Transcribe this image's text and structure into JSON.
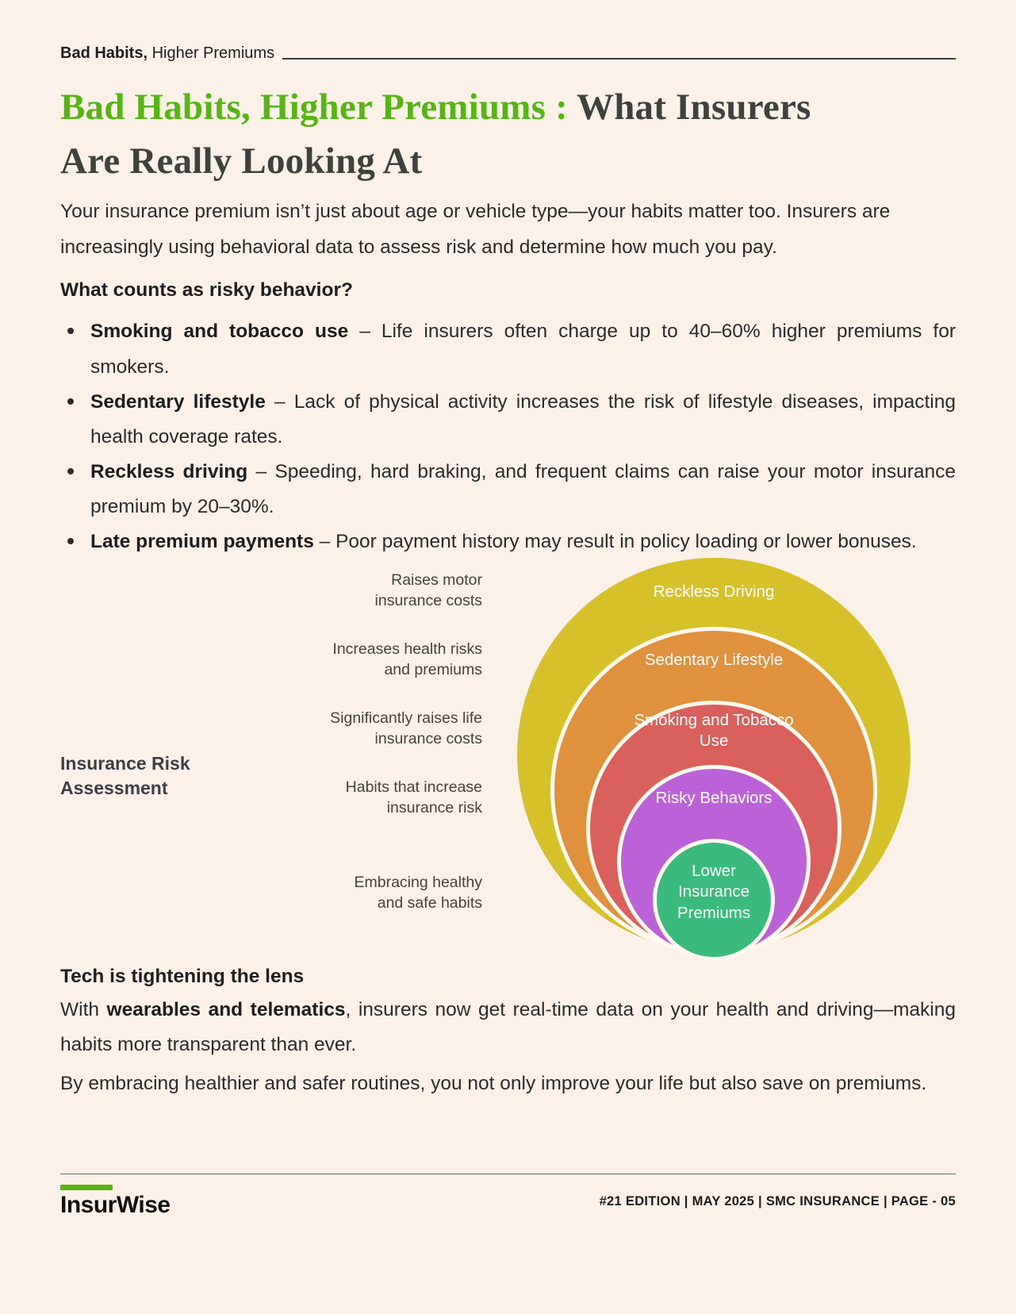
{
  "colors": {
    "background": "#fbf1e8",
    "accent_green": "#55b513",
    "title_dark": "#3d423d"
  },
  "topbar": {
    "bold": "Bad Habits,",
    "rest": " Higher Premiums"
  },
  "title": {
    "highlight": "Bad Habits, Higher Premiums : ",
    "rest": "What Insurers Are Really Looking At"
  },
  "intro": "Your insurance premium isn’t just about age or vehicle type—your habits matter too. Insurers are increasingly using behavioral data to assess risk and determine how much you pay.",
  "risky": {
    "heading": "What counts as risky behavior?",
    "bullets": [
      {
        "lead": "Smoking and tobacco use",
        "text": " – Life insurers often charge up to 40–60% higher premiums for smokers."
      },
      {
        "lead": "Sedentary lifestyle",
        "text": " – Lack of physical activity increases the risk of lifestyle diseases, impacting health coverage rates."
      },
      {
        "lead": "Reckless driving",
        "text": " – Speeding, hard braking, and frequent claims can raise your motor insurance premium by 20–30%."
      },
      {
        "lead": "Late premium payments",
        "text": " – Poor payment history may result in policy loading or lower bonuses."
      }
    ]
  },
  "diagram": {
    "side_title": "Insurance Risk Assessment",
    "rings": [
      {
        "label": "Reckless Driving",
        "annotation": "Raises motor insurance costs",
        "color": "#d7c12b"
      },
      {
        "label": "Sedentary Lifestyle",
        "annotation": "Increases health risks and premiums",
        "color": "#e0913e"
      },
      {
        "label": "Smoking and Tobacco Use",
        "annotation": "Significantly raises life insurance costs",
        "color": "#d9605b"
      },
      {
        "label": "Risky Behaviors",
        "annotation": "Habits that increase insurance risk",
        "color": "#bb62d8"
      },
      {
        "label": "Lower Insurance Premiums",
        "annotation": "Embracing healthy and safe habits",
        "color": "#3aba7c"
      }
    ]
  },
  "tech": {
    "heading": "Tech is tightening the lens",
    "p1_pre": "With ",
    "p1_bold": "wearables and telematics",
    "p1_post": ", insurers now get real-time data on your health and driving—making habits more transparent than ever.",
    "p2": "By embracing healthier and safer routines, you not only improve your life but also save on premiums."
  },
  "footer": {
    "logo": "InsurWise",
    "meta": "#21 EDITION | MAY 2025 | SMC INSURANCE | PAGE - 05"
  }
}
